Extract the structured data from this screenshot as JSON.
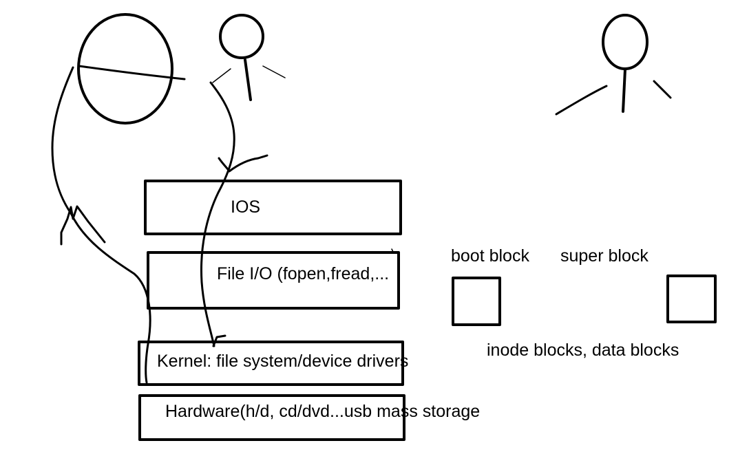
{
  "stack": {
    "ios": "IOS",
    "file_io": "File I/O (fopen,fread,...",
    "kernel": "Kernel: file system/device drivers",
    "hardware": "Hardware(h/d, cd/dvd...usb mass storage"
  },
  "disk_layout": {
    "boot_block": "boot block",
    "super_block": "super block",
    "inode_data": "inode blocks, data blocks"
  },
  "colors": {
    "ink": "#000000",
    "background": "#ffffff"
  }
}
